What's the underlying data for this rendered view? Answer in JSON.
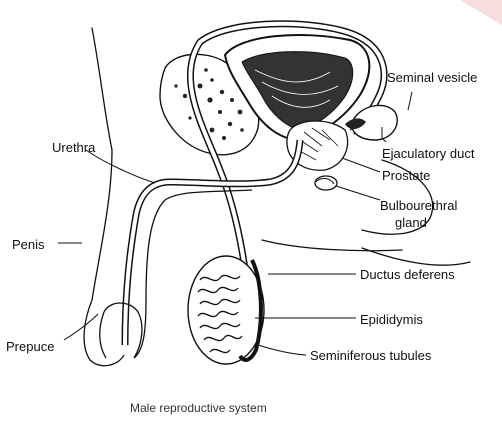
{
  "diagram": {
    "caption": "Male reproductive system",
    "labels": {
      "seminal_vesicle": "Seminal vesicle",
      "urethra": "Urethra",
      "ejaculatory_duct": "Ejaculatory duct",
      "prostate": "Prostate",
      "bulbourethral_line1": "Bulbourethral",
      "bulbourethral_line2": "gland",
      "penis": "Penis",
      "ductus_deferens": "Ductus deferens",
      "epididymis": "Epididymis",
      "prepuce": "Prepuce",
      "seminiferous_tubules": "Seminiferous tubules"
    }
  }
}
